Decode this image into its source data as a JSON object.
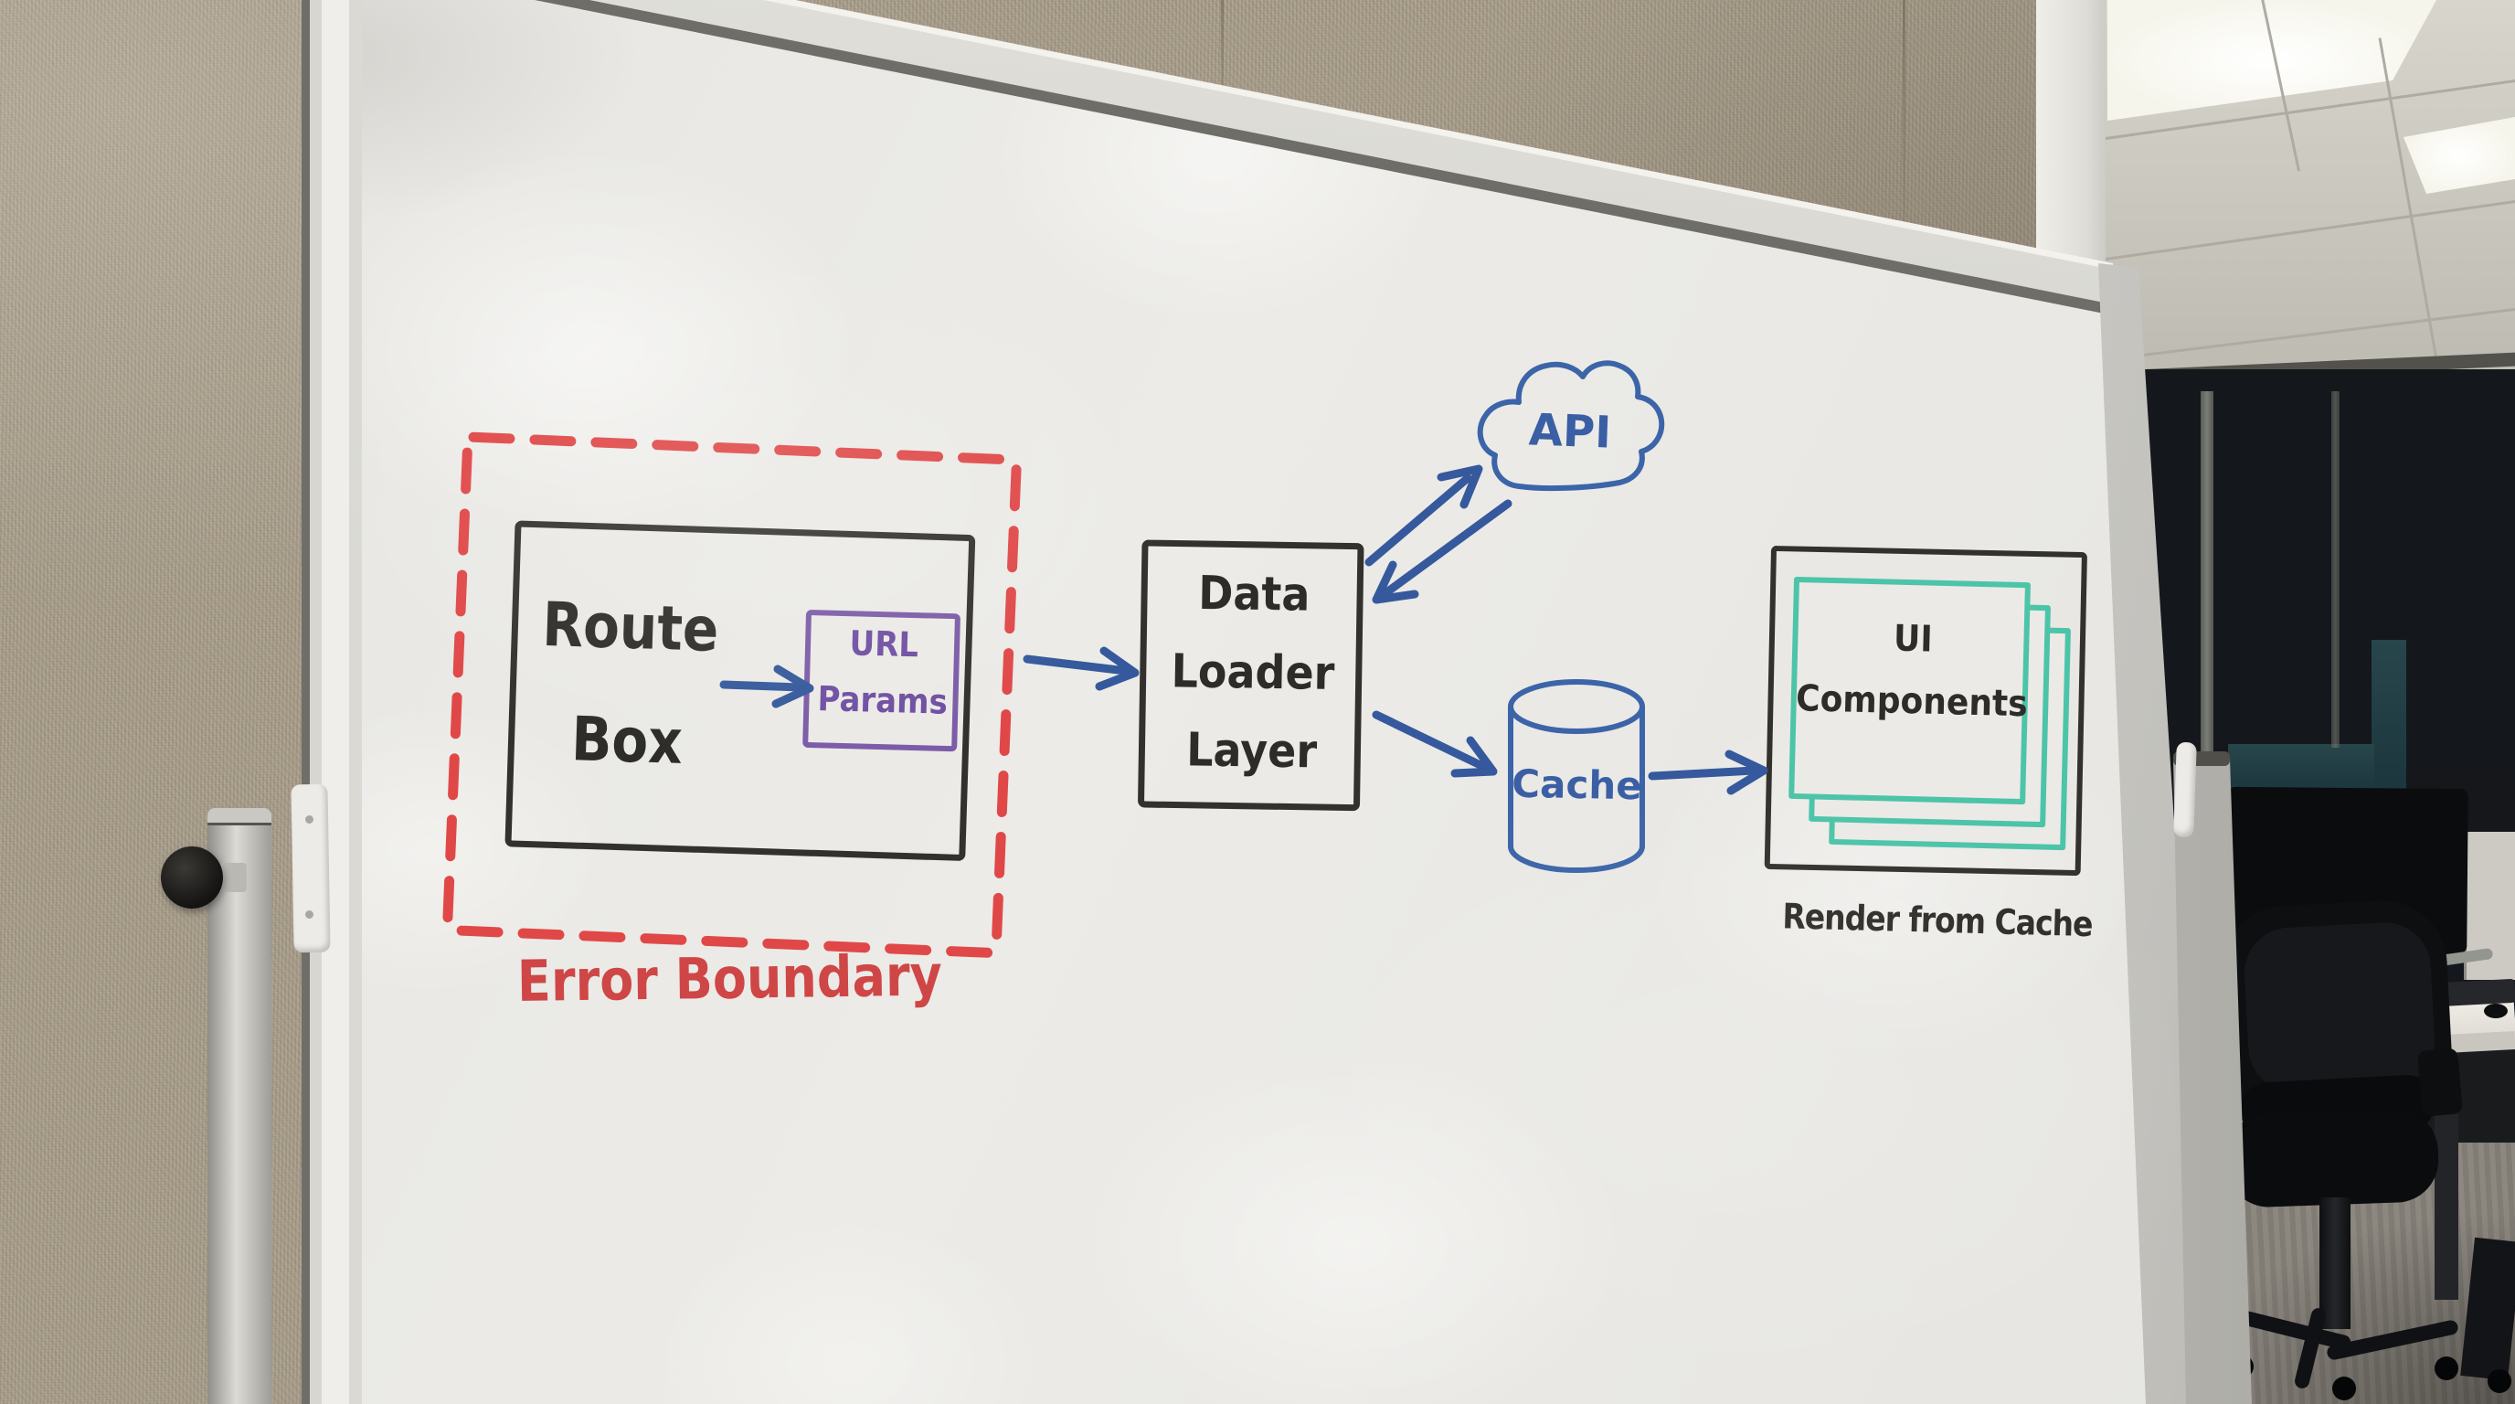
{
  "whiteboard": {
    "nodes": {
      "route_box": {
        "line1": "Route",
        "line2": "Box"
      },
      "url_params": {
        "line1": "URL",
        "line2": "Params"
      },
      "data_loader_layer": {
        "line1": "Data",
        "line2": "Loader",
        "line3": "Layer"
      },
      "api_cloud": {
        "label": "API"
      },
      "cache_db": {
        "label": "Cache"
      },
      "ui_components": {
        "line1": "UI",
        "line2": "Components"
      }
    },
    "captions": {
      "error_boundary": "Error Boundary",
      "render_from_cache": "Render from Cache"
    },
    "flow_edges": [
      "Route Box -> URL Params",
      "URL Params -> Data Loader Layer",
      "Data Loader Layer <-> API",
      "Data Loader Layer -> Cache",
      "Cache -> UI Components"
    ],
    "marker_colors": {
      "black": "#33312d",
      "blue": "#35599c",
      "red": "#e04848",
      "purple": "#7b5ca8",
      "teal": "#4cc4a8"
    }
  }
}
